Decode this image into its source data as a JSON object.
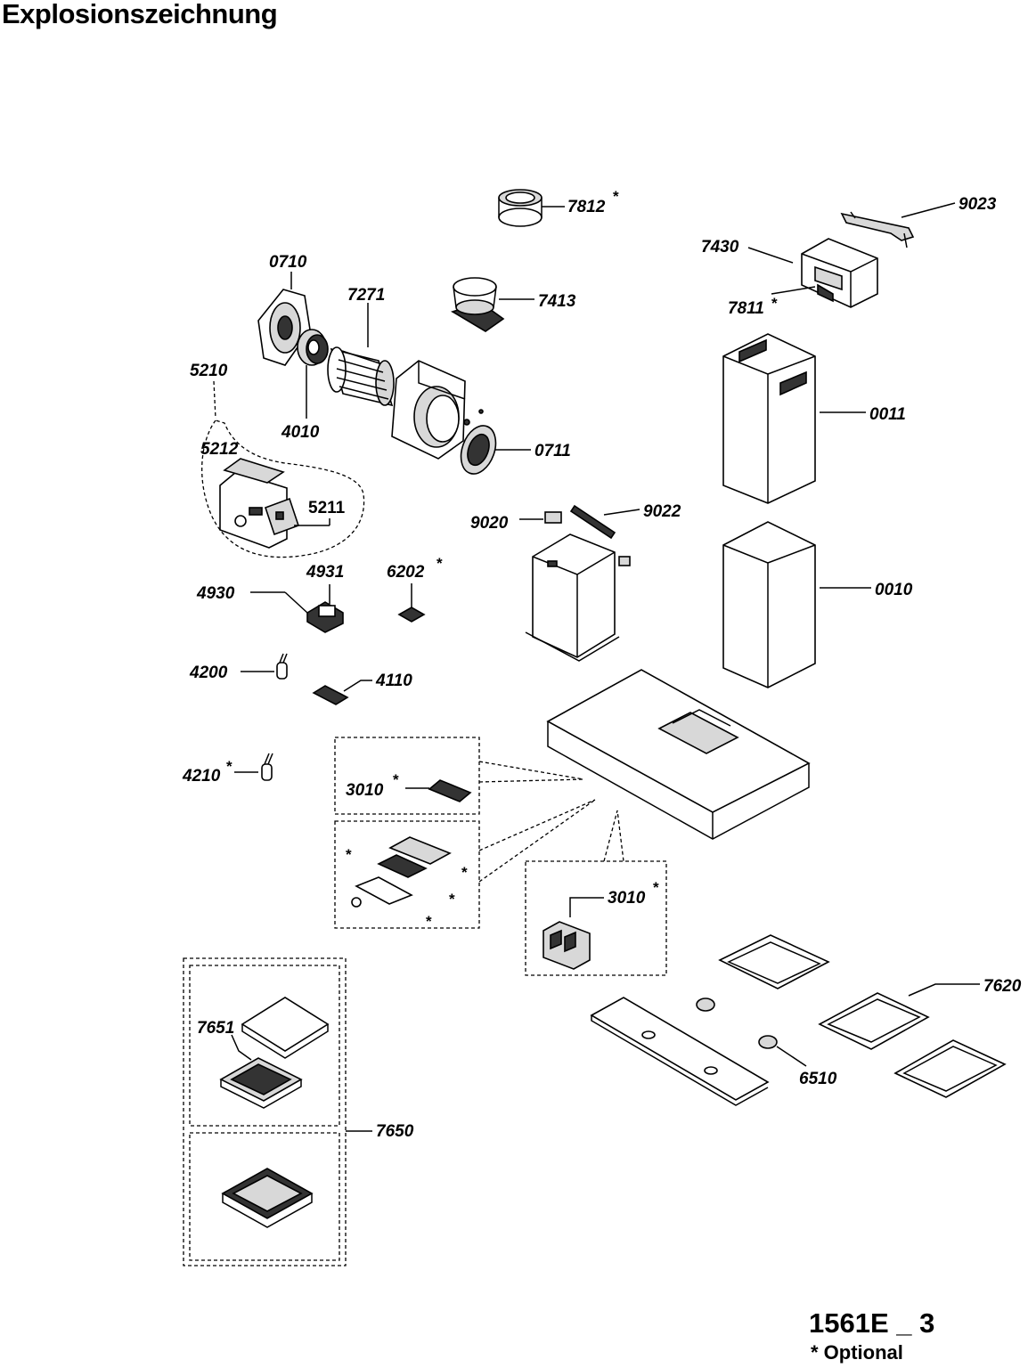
{
  "title": "Explosionszeichnung",
  "drawing_code": "1561E _ 3",
  "optional_note": "* Optional",
  "asterisk": "*",
  "labels": {
    "p7812": "7812",
    "p9023": "9023",
    "p7430": "7430",
    "p7811": "7811",
    "p0710": "0710",
    "p7271": "7271",
    "p7413": "7413",
    "p5210": "5210",
    "p4010": "4010",
    "p0711": "0711",
    "p0011": "0011",
    "p5212": "5212",
    "p5211": "5211",
    "p9020": "9020",
    "p9022": "9022",
    "p4931": "4931",
    "p6202": "6202",
    "p4930": "4930",
    "p0010": "0010",
    "p4200": "4200",
    "p4110": "4110",
    "p4210": "4210",
    "p3010a": "3010",
    "p3010b": "3010",
    "p7620": "7620",
    "p7651": "7651",
    "p6510": "6510",
    "p7650": "7650"
  }
}
